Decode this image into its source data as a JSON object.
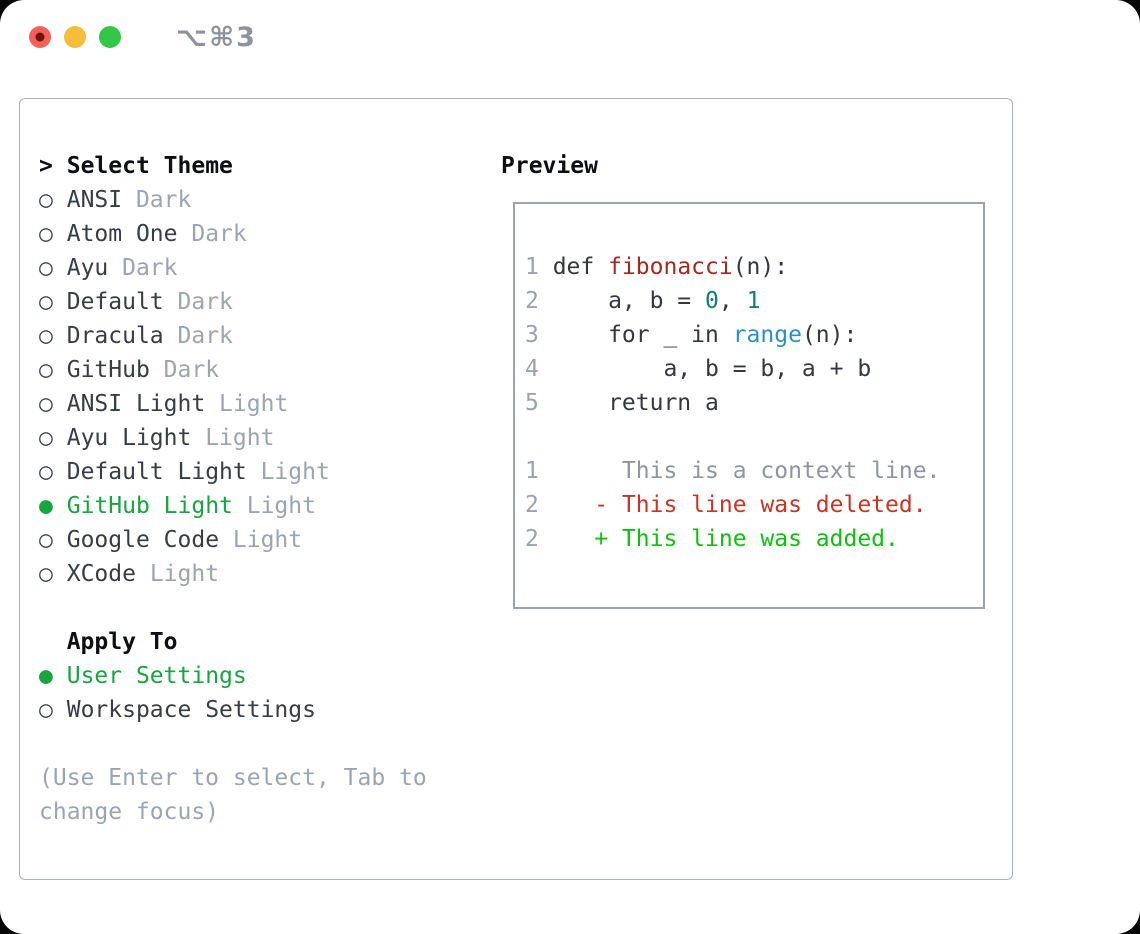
{
  "titlebar": {
    "title": "⌥⌘3",
    "buttons": [
      "close",
      "minimize",
      "zoom"
    ]
  },
  "icons": {
    "bullet_selected": "●",
    "bullet_unselected": "○",
    "prompt_arrow": ">"
  },
  "left": {
    "select_header": "Select Theme",
    "themes": [
      {
        "name": "ANSI",
        "tag": "Dark",
        "selected": false
      },
      {
        "name": "Atom One",
        "tag": "Dark",
        "selected": false
      },
      {
        "name": "Ayu",
        "tag": "Dark",
        "selected": false
      },
      {
        "name": "Default",
        "tag": "Dark",
        "selected": false
      },
      {
        "name": "Dracula",
        "tag": "Dark",
        "selected": false
      },
      {
        "name": "GitHub",
        "tag": "Dark",
        "selected": false
      },
      {
        "name": "ANSI Light",
        "tag": "Light",
        "selected": false
      },
      {
        "name": "Ayu Light",
        "tag": "Light",
        "selected": false
      },
      {
        "name": "Default Light",
        "tag": "Light",
        "selected": false
      },
      {
        "name": "GitHub Light",
        "tag": "Light",
        "selected": true
      },
      {
        "name": "Google Code",
        "tag": "Light",
        "selected": false
      },
      {
        "name": "XCode",
        "tag": "Light",
        "selected": false
      }
    ],
    "apply_header": "Apply To",
    "apply_options": [
      {
        "name": "User Settings",
        "selected": true
      },
      {
        "name": "Workspace Settings",
        "selected": false
      }
    ],
    "hint": "(Use Enter to select, Tab to change focus)"
  },
  "preview": {
    "label": "Preview",
    "code_lines": [
      {
        "num": "1",
        "segments": [
          {
            "t": "def ",
            "c": "fg"
          },
          {
            "t": "fibonacci",
            "c": "func"
          },
          {
            "t": "(n):",
            "c": "fg"
          }
        ]
      },
      {
        "num": "2",
        "segments": [
          {
            "t": "    a, b = ",
            "c": "fg"
          },
          {
            "t": "0",
            "c": "num"
          },
          {
            "t": ", ",
            "c": "fg"
          },
          {
            "t": "1",
            "c": "num"
          }
        ]
      },
      {
        "num": "3",
        "segments": [
          {
            "t": "    for _ in ",
            "c": "fg"
          },
          {
            "t": "range",
            "c": "builtin"
          },
          {
            "t": "(n):",
            "c": "fg"
          }
        ]
      },
      {
        "num": "4",
        "segments": [
          {
            "t": "        a, b = b, a + b",
            "c": "fg"
          }
        ]
      },
      {
        "num": "5",
        "segments": [
          {
            "t": "    return a",
            "c": "fg"
          }
        ]
      },
      {
        "num": "",
        "segments": []
      },
      {
        "num": "1",
        "segments": [
          {
            "t": "     This is a context line.",
            "c": "ctx"
          }
        ]
      },
      {
        "num": "2",
        "segments": [
          {
            "t": "   - This line was deleted.",
            "c": "del"
          }
        ]
      },
      {
        "num": "2",
        "segments": [
          {
            "t": "   + This line was added.",
            "c": "add"
          }
        ]
      }
    ]
  },
  "colors": {
    "accent_green": "#16a53e",
    "item_fg": "#363d45",
    "tag_gray": "#9aa5b1",
    "hint_gray": "#9aa5b1",
    "code_fg": "#32383e",
    "line_number": "#98a3af",
    "function_red": "#a5291f",
    "number_teal": "#0e7d7d",
    "builtin_blue": "#2b90c8",
    "diff_context": "#8d969f",
    "diff_deleted": "#c93522",
    "diff_added": "#0dc20d"
  }
}
